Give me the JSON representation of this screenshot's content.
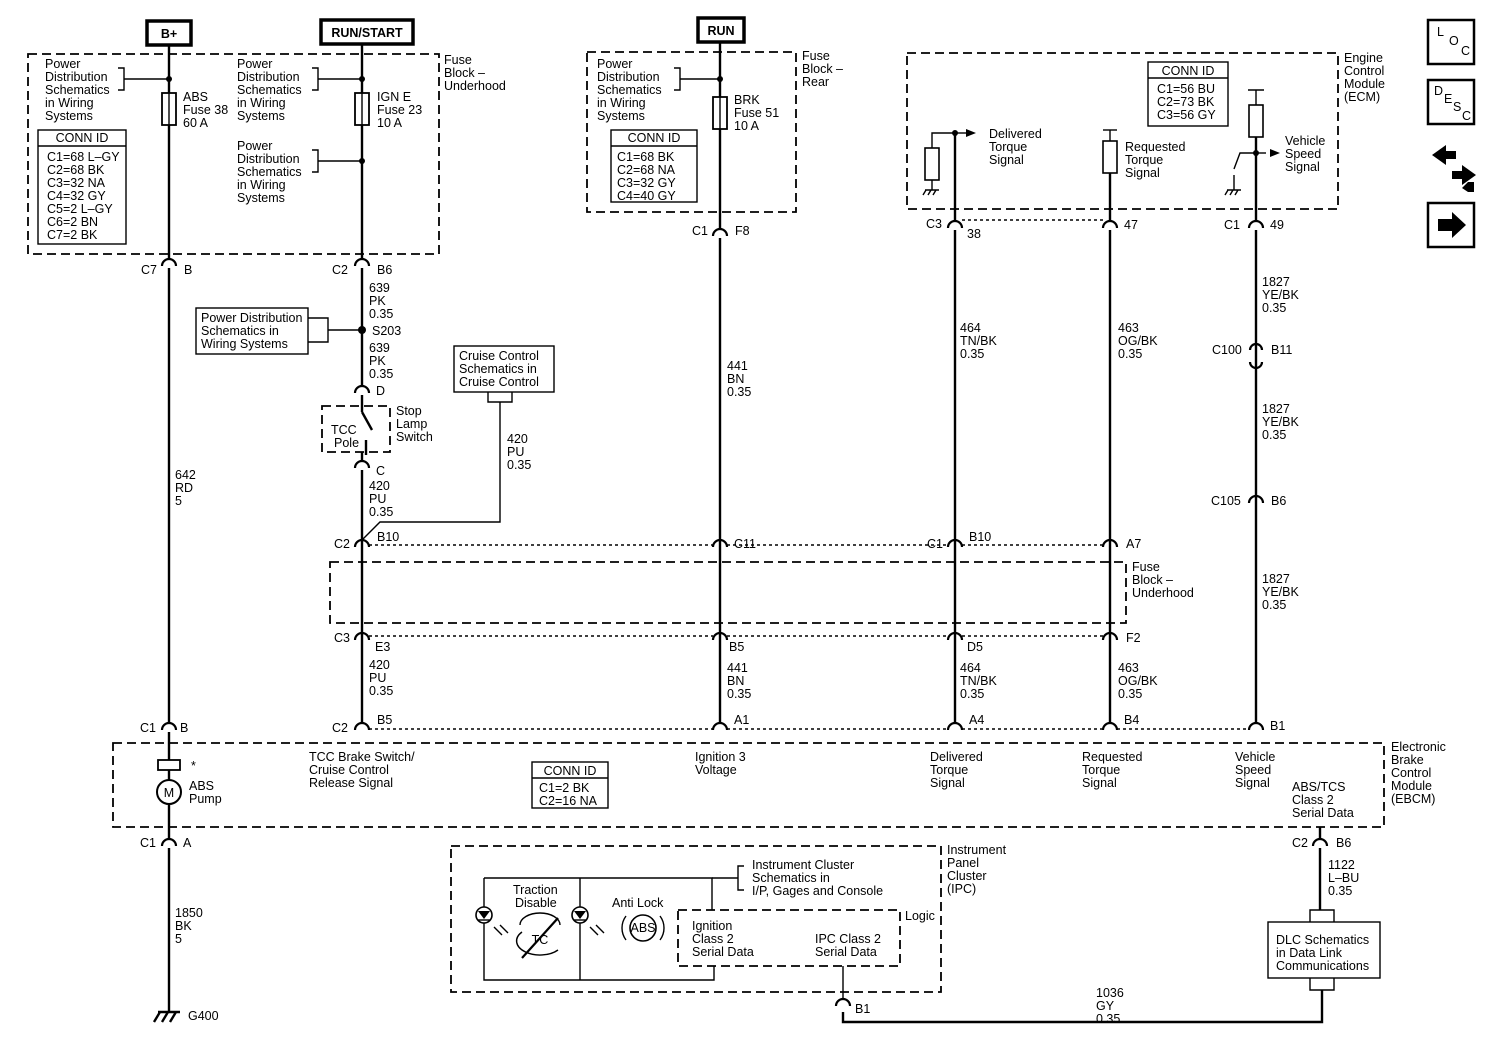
{
  "power": {
    "bplus": "B+",
    "runstart": "RUN/START",
    "run": "RUN"
  },
  "pds": [
    "Power",
    "Distribution",
    "Schematics",
    "in Wiring",
    "Systems"
  ],
  "pds_inline": [
    "Power Distribution",
    "Schematics in",
    "Wiring Systems"
  ],
  "fb_underhood": [
    "Fuse",
    "Block –",
    "Underhood"
  ],
  "fb_rear": [
    "Fuse",
    "Block –",
    "Rear"
  ],
  "fuses": {
    "abs": [
      "ABS",
      "Fuse 38",
      "60 A"
    ],
    "igne": [
      "IGN E",
      "Fuse 23",
      "10 A"
    ],
    "brk": [
      "BRK",
      "Fuse 51",
      "10 A"
    ]
  },
  "conn_title": "CONN ID",
  "conn_underhood": [
    "C1=68 L–GY",
    "C2=68 BK",
    "C3=32 NA",
    "C4=32 GY",
    "C5=2 L–GY",
    "C6=2 BN",
    "C7=2 BK"
  ],
  "conn_rear": [
    "C1=68 BK",
    "C2=68 NA",
    "C3=32 GY",
    "C4=40 GY"
  ],
  "conn_ecm": [
    "C1=56 BU",
    "C2=73 BK",
    "C3=56 GY"
  ],
  "conn_ebcm": [
    "C1=2 BK",
    "C2=16 NA"
  ],
  "ecm": {
    "label": [
      "Engine",
      "Control",
      "Module",
      "(ECM)"
    ],
    "delivered": [
      "Delivered",
      "Torque",
      "Signal"
    ],
    "requested": [
      "Requested",
      "Torque",
      "Signal"
    ],
    "vss": [
      "Vehicle",
      "Speed",
      "Signal"
    ]
  },
  "stop_lamp": {
    "label": [
      "Stop",
      "Lamp",
      "Switch"
    ],
    "tcc": [
      "TCC",
      "Pole"
    ]
  },
  "cruise": [
    "Cruise Control",
    "Schematics in",
    "Cruise Control"
  ],
  "ebcm": {
    "label": [
      "Electronic",
      "Brake",
      "Control",
      "Module",
      "(EBCM)"
    ],
    "tcc": [
      "TCC Brake Switch/",
      "Cruise Control",
      "Release Signal"
    ],
    "ign": [
      "Ignition 3",
      "Voltage"
    ],
    "delivered": [
      "Delivered",
      "Torque",
      "Signal"
    ],
    "requested": [
      "Requested",
      "Torque",
      "Signal"
    ],
    "vss": [
      "Vehicle",
      "Speed",
      "Signal"
    ],
    "serial": [
      "ABS/TCS",
      "Class 2",
      "Serial Data"
    ],
    "pump": [
      "ABS",
      "Pump"
    ],
    "motor": "M"
  },
  "ipc": {
    "label": [
      "Instrument",
      "Panel",
      "Cluster",
      "(IPC)"
    ],
    "schem": [
      "Instrument Cluster",
      "Schematics in",
      "I/P, Gages and Console"
    ],
    "traction": [
      "Traction",
      "Disable"
    ],
    "tc": "TC",
    "antilock": "Anti Lock",
    "abs": "ABS",
    "logic": "Logic",
    "ign_serial": [
      "Ignition",
      "Class 2",
      "Serial Data"
    ],
    "ipc_serial": [
      "IPC Class 2",
      "Serial Data"
    ]
  },
  "dlc": [
    "DLC Schematics",
    "in Data Link",
    "Communications"
  ],
  "ground": "G400",
  "side_icons": {
    "loc": [
      "L",
      "O",
      "C"
    ],
    "desc": [
      "D",
      "E",
      "S",
      "C"
    ]
  },
  "connectors": {
    "c7": "C7",
    "c7_pin": "B",
    "c2a": "C2",
    "c2a_pin": "B6",
    "s203": "S203",
    "d_pin": "D",
    "c_pin": "C",
    "c1_rear": "C1",
    "c1_rear_pin": "F8",
    "c3_ecm": "C3",
    "c3_ecm_pin": "38",
    "ecm_47": "47",
    "c1_ecm": "C1",
    "c1_ecm_pin": "49",
    "c100": "C100",
    "c100_pin": "B11",
    "c105": "C105",
    "c105_pin": "B6",
    "r1_c2": "C2",
    "r1_b10": "B10",
    "r1_c11": "C11",
    "r1_c1": "C1",
    "r1_b10b": "B10",
    "r1_a7": "A7",
    "r2_c3": "C3",
    "r2_e3": "E3",
    "r2_b5": "B5",
    "r2_d5": "D5",
    "r2_f2": "F2",
    "r3_c2": "C2",
    "r3_b5": "B5",
    "r3_a1": "A1",
    "r3_a4": "A4",
    "r3_b4": "B4",
    "r3_b1": "B1",
    "pump_c1": "C1",
    "pump_b": "B",
    "pump_c1b": "C1",
    "pump_a": "A",
    "ebcm_c2": "C2",
    "ebcm_b6": "B6",
    "ipc_b1": "B1"
  },
  "wires": {
    "w642": [
      "642",
      "RD",
      "5"
    ],
    "w639a": [
      "639",
      "PK",
      "0.35"
    ],
    "w639b": [
      "639",
      "PK",
      "0.35"
    ],
    "w420a": [
      "420",
      "PU",
      "0.35"
    ],
    "w420b": [
      "420",
      "PU",
      "0.35"
    ],
    "w420c": [
      "420",
      "PU",
      "0.35"
    ],
    "w441a": [
      "441",
      "BN",
      "0.35"
    ],
    "w441b": [
      "441",
      "BN",
      "0.35"
    ],
    "w464a": [
      "464",
      "TN/BK",
      "0.35"
    ],
    "w464b": [
      "464",
      "TN/BK",
      "0.35"
    ],
    "w463a": [
      "463",
      "OG/BK",
      "0.35"
    ],
    "w463b": [
      "463",
      "OG/BK",
      "0.35"
    ],
    "w1827a": [
      "1827",
      "YE/BK",
      "0.35"
    ],
    "w1827b": [
      "1827",
      "YE/BK",
      "0.35"
    ],
    "w1827c": [
      "1827",
      "YE/BK",
      "0.35"
    ],
    "w1850": [
      "1850",
      "BK",
      "5"
    ],
    "w1122": [
      "1122",
      "L–BU",
      "0.35"
    ],
    "w1036": [
      "1036",
      "GY",
      "0.35"
    ]
  }
}
